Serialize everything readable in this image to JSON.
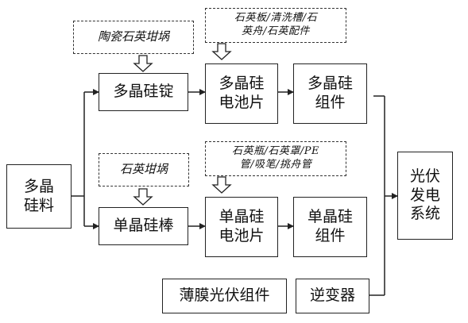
{
  "nodes": {
    "polysilicon_material": "多晶\n硅料",
    "ceramic_quartz_crucible": "陶瓷石英坩埚",
    "quartz_crucible": "石英坩埚",
    "multi_ingot": "多晶硅锭",
    "mono_rod": "单晶硅棒",
    "quartz_accessories_multi": "石英板/清洗槽/石\n英舟/石英配件",
    "quartz_accessories_mono": "石英瓶/石英罩/PE\n管/吸笔/挑舟管",
    "multi_cell": "多晶硅\n电池片",
    "mono_cell": "单晶硅\n电池片",
    "multi_module": "多晶硅\n组件",
    "mono_module": "单晶硅\n组件",
    "thin_film_module": "薄膜光伏组件",
    "inverter": "逆变器",
    "pv_system": "光伏\n发电\n系统"
  }
}
